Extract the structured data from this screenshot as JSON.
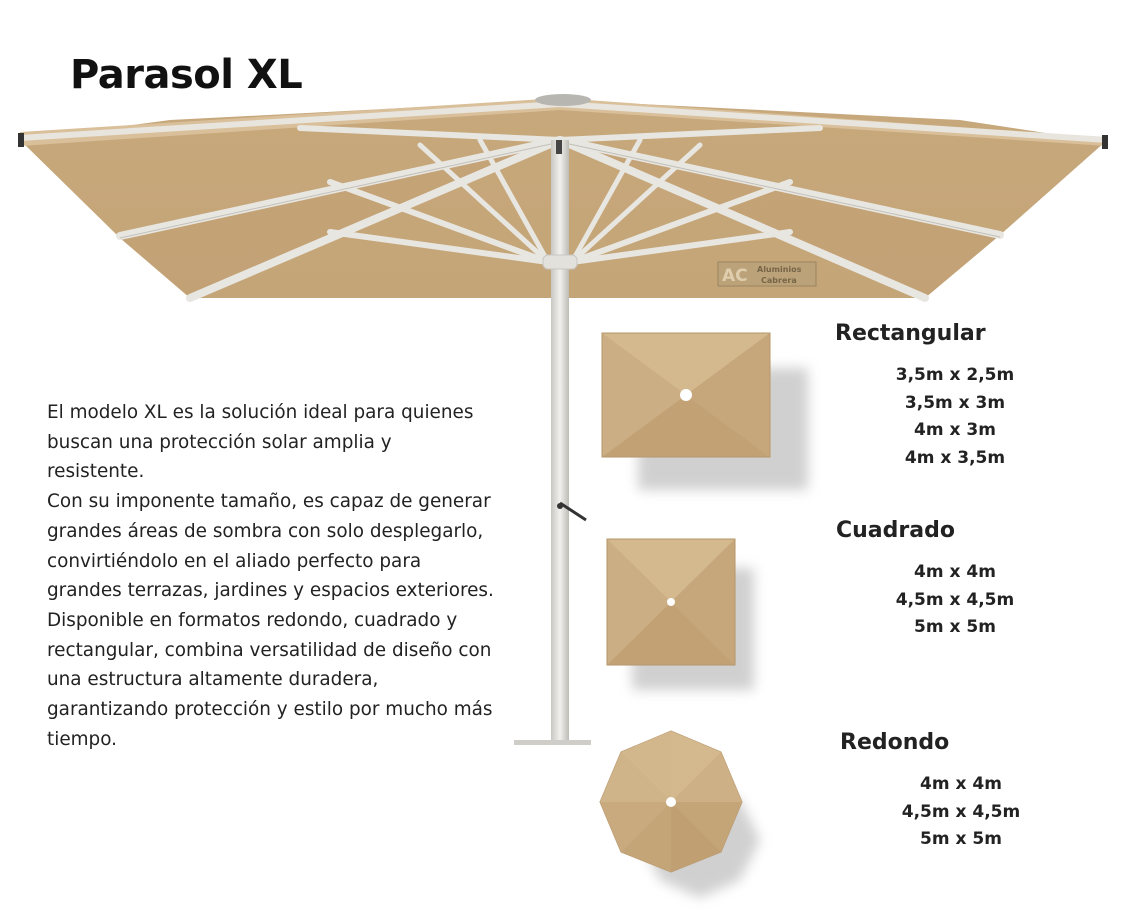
{
  "title": "Parasol XL",
  "description": [
    "El modelo XL es la solución ideal para quienes",
    "buscan una protección solar amplia y",
    "resistente.",
    "Con su imponente tamaño, es capaz de  generar",
    "grandes áreas de sombra con solo desplegarlo,",
    "convirtiéndolo en el aliado perfecto para",
    "grandes terrazas, jardines y espacios exteriores.",
    "Disponible en formatos redondo, cuadrado y",
    "rectangular, combina versatilidad de diseño con",
    "una estructura altamente duradera,",
    "garantizando protección y estilo por mucho más",
    "tiempo."
  ],
  "logo": {
    "initials": "AC",
    "line1": "Aluminios",
    "line2": "Cabrera"
  },
  "formats": [
    {
      "name": "Rectangular",
      "sizes": [
        "3,5m x 2,5m",
        "3,5m x 3m",
        "4m x 3m",
        "4m x 3,5m"
      ]
    },
    {
      "name": "Cuadrado",
      "sizes": [
        "4m x 4m",
        "4,5m x 4,5m",
        "5m x 5m"
      ]
    },
    {
      "name": "Redondo",
      "sizes": [
        "4m x 4m",
        "4,5m x 4,5m",
        "5m x 5m"
      ]
    }
  ],
  "colors": {
    "canopy": "#c9ab7f",
    "canopy_light": "#d8bf98",
    "frame": "#e6e4df",
    "text": "#222222"
  }
}
